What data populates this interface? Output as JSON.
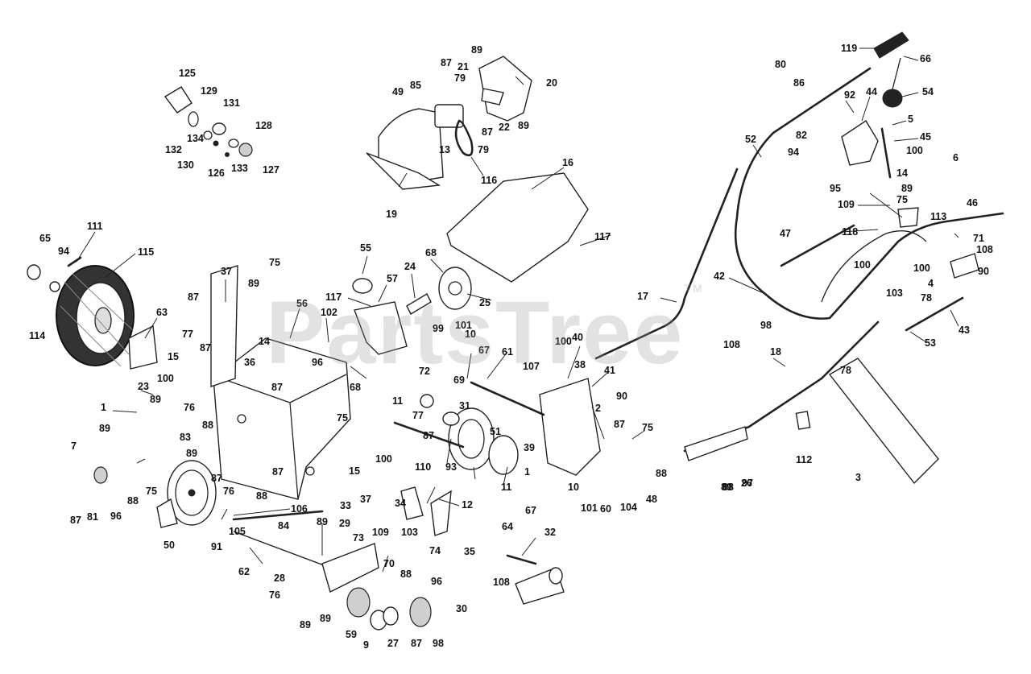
{
  "watermark": {
    "text": "PartsTree",
    "tm": "TM"
  },
  "labels": [
    "119",
    "66",
    "80",
    "86",
    "54",
    "92",
    "44",
    "5",
    "82",
    "45",
    "52",
    "94",
    "100",
    "6",
    "14",
    "95",
    "89",
    "75",
    "46",
    "109",
    "113",
    "118",
    "47",
    "71",
    "108",
    "100",
    "90",
    "100",
    "4",
    "103",
    "78",
    "43",
    "53",
    "98",
    "42",
    "17",
    "108",
    "78",
    "18",
    "112",
    "3",
    "88",
    "97",
    "125",
    "129",
    "131",
    "128",
    "132",
    "134",
    "130",
    "126",
    "133",
    "127",
    "89",
    "87",
    "21",
    "85",
    "79",
    "20",
    "49",
    "13",
    "79",
    "87",
    "22",
    "89",
    "116",
    "16",
    "19",
    "117",
    "65",
    "111",
    "115",
    "94",
    "114",
    "63",
    "55",
    "24",
    "68",
    "117",
    "57",
    "25",
    "37",
    "75",
    "89",
    "87",
    "56",
    "102",
    "14",
    "77",
    "87",
    "36",
    "96",
    "99",
    "101",
    "10",
    "67",
    "61",
    "100",
    "40",
    "38",
    "41",
    "15",
    "100",
    "76",
    "88",
    "87",
    "68",
    "107",
    "72",
    "11",
    "69",
    "31",
    "77",
    "87",
    "90",
    "87",
    "75",
    "2",
    "1",
    "23",
    "89",
    "83",
    "89",
    "89",
    "7",
    "96",
    "87",
    "81",
    "88",
    "75",
    "87",
    "76",
    "88",
    "87",
    "75",
    "100",
    "15",
    "33",
    "110",
    "93",
    "51",
    "39",
    "11",
    "1",
    "67",
    "10",
    "101",
    "60",
    "104",
    "48",
    "88",
    "89",
    "26",
    "50",
    "91",
    "105",
    "106",
    "84",
    "89",
    "29",
    "73",
    "109",
    "37",
    "34",
    "103",
    "12",
    "35",
    "74",
    "62",
    "28",
    "70",
    "88",
    "76",
    "89",
    "89",
    "96",
    "30",
    "59",
    "9",
    "27",
    "87",
    "98",
    "64",
    "108",
    "32"
  ]
}
